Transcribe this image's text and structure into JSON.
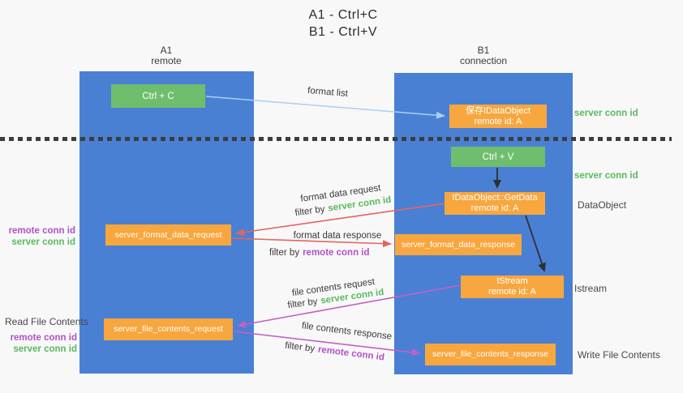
{
  "title": {
    "line1": "A1 - Ctrl+C",
    "line2": "B1 - Ctrl+V"
  },
  "lanes": {
    "left": {
      "header_top": "A1",
      "header_bottom": "remote"
    },
    "right": {
      "header_top": "B1",
      "header_bottom": "connection"
    }
  },
  "nodes": {
    "ctrl_c": {
      "label": "Ctrl + C"
    },
    "ctrl_v": {
      "label": "Ctrl + V"
    },
    "save_idataobject": {
      "line1": "保存IDataObject",
      "line2": "remote id: A"
    },
    "idataobject_getdata": {
      "line1": "IDataObject::GetData",
      "line2": "remote id: A"
    },
    "istream": {
      "line1": "IStream",
      "line2": "remote id: A"
    },
    "server_format_data_request": {
      "label": "server_format_data_request"
    },
    "server_format_data_response": {
      "label": "server_format_data_response"
    },
    "server_file_contents_request": {
      "label": "server_file_contents_request"
    },
    "server_file_contents_response": {
      "label": "server_file_contents_response"
    }
  },
  "flow_labels": {
    "format_list": "format list",
    "format_data_request": "format data request",
    "format_data_response": "format data response",
    "file_contents_request": "file contents request",
    "file_contents_response": "file contents response",
    "filter_by": "filter by",
    "server_conn_id": "server conn id",
    "remote_conn_id": "remote conn id"
  },
  "side_labels": {
    "server_conn_id": "server conn id",
    "remote_conn_id": "remote conn id",
    "read_file_contents": "Read File Contents",
    "write_file_contents": "Write File Contents",
    "dataobject": "DataObject",
    "istream": "Istream"
  },
  "colors": {
    "lane_blue": "#4a80d4",
    "node_orange": "#f8a63e",
    "node_green": "#6ebe6e",
    "arrow_red": "#e5645e",
    "arrow_magenta": "#c55fc3",
    "arrow_light_blue": "#a9d0ef",
    "arrow_black": "#2f2f2f",
    "text_green": "#5cb85c",
    "text_purple": "#b052c8",
    "dotted_line": "#3d3d3d"
  }
}
